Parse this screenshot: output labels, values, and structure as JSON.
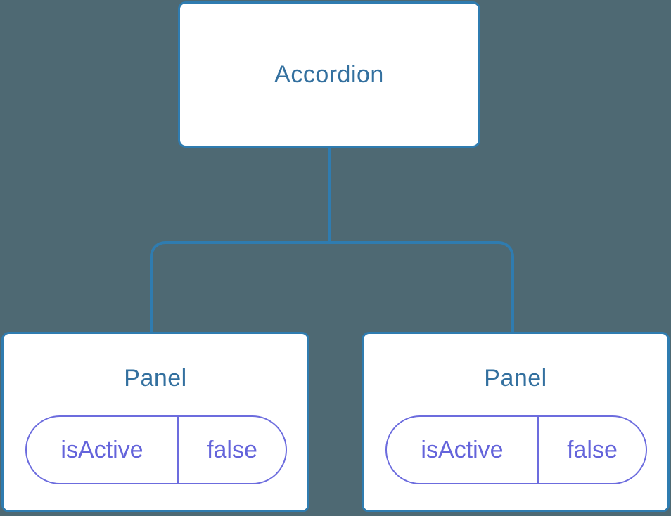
{
  "diagram": {
    "type": "component-tree",
    "root": {
      "label": "Accordion"
    },
    "children": [
      {
        "title": "Panel",
        "state": {
          "key": "isActive",
          "value": "false"
        }
      },
      {
        "title": "Panel",
        "state": {
          "key": "isActive",
          "value": "false"
        }
      }
    ],
    "colors": {
      "background": "#4E6973",
      "node_background": "#FFFFFF",
      "node_border": "#2F7CB0",
      "node_text": "#33709F",
      "connector": "#2F7CB0",
      "state_border": "#6C6CDE",
      "state_text": "#6464DB"
    }
  }
}
